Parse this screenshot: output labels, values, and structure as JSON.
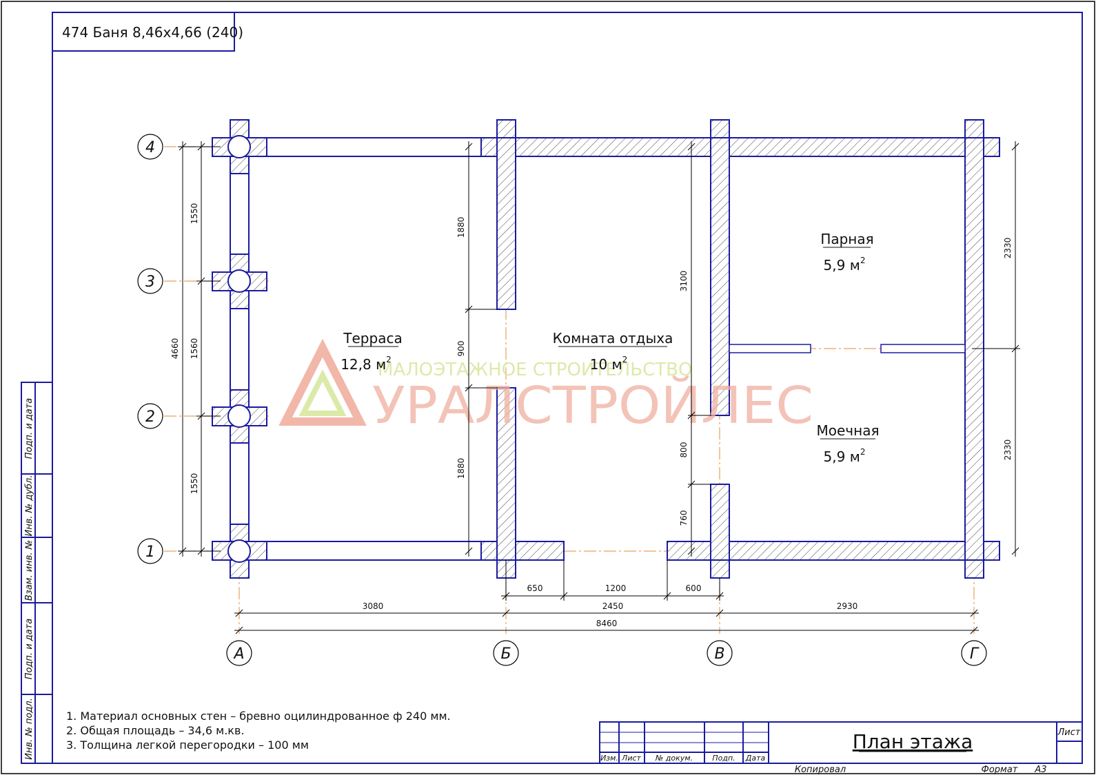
{
  "title_block": {
    "project": "474 Баня 8,46х4,66 (240)",
    "sheet_title": "План этажа",
    "sheet_label": "Лист",
    "copied_label": "Копировал",
    "format_label": "Формат",
    "format_value": "А3",
    "columns": [
      "Изм.",
      "Лист",
      "№ докум.",
      "Подп.",
      "Дата"
    ]
  },
  "side_stamp": [
    "Подп. и дата",
    "Инв. № дубл.",
    "Взам. инв. №",
    "Подп. и дата",
    "Инв. № подл."
  ],
  "watermark": {
    "subtitle": "МАЛОЭТАЖНОЕ СТРОИТЕЛЬСТВО",
    "brand": "УРАЛСТРОЙЛЕС"
  },
  "rooms": [
    {
      "name": "Терраса",
      "area": "12,8 м",
      "sup": "2"
    },
    {
      "name": "Комната отдыха",
      "area": "10 м",
      "sup": "2"
    },
    {
      "name": "Парная",
      "area": "5,9 м",
      "sup": "2"
    },
    {
      "name": "Моечная",
      "area": "5,9 м",
      "sup": "2"
    }
  ],
  "axes": {
    "rows": [
      "1",
      "2",
      "3",
      "4"
    ],
    "columns": [
      "А",
      "Б",
      "В",
      "Г"
    ]
  },
  "dimensions": {
    "left_total": "4660",
    "left_1_2": "1550",
    "left_2_3": "1560",
    "left_3_4": "1550",
    "b_top": "1880",
    "b_opening": "900",
    "b_bottom": "1880",
    "v_top": "3100",
    "v_opening": "800",
    "v_bottom": "760",
    "right_top": "2330",
    "right_bottom": "2330",
    "bottom_650": "650",
    "bottom_1200": "1200",
    "bottom_600": "600",
    "bottom_3080": "3080",
    "bottom_2450": "2450",
    "bottom_2930": "2930",
    "bottom_total": "8460"
  },
  "notes": [
    "1. Материал основных стен – бревно оцилиндрованное ф 240 мм.",
    "2. Общая площадь – 34,6 м.кв.",
    "3. Толщина легкой перегородки – 100 мм"
  ],
  "colors": {
    "wall": "#1a1aa0",
    "hatch": "#333333",
    "axis": "#e8a060",
    "dim": "#000000",
    "watermark_red": "#f0b0a0",
    "watermark_green": "#d8e8a0"
  }
}
